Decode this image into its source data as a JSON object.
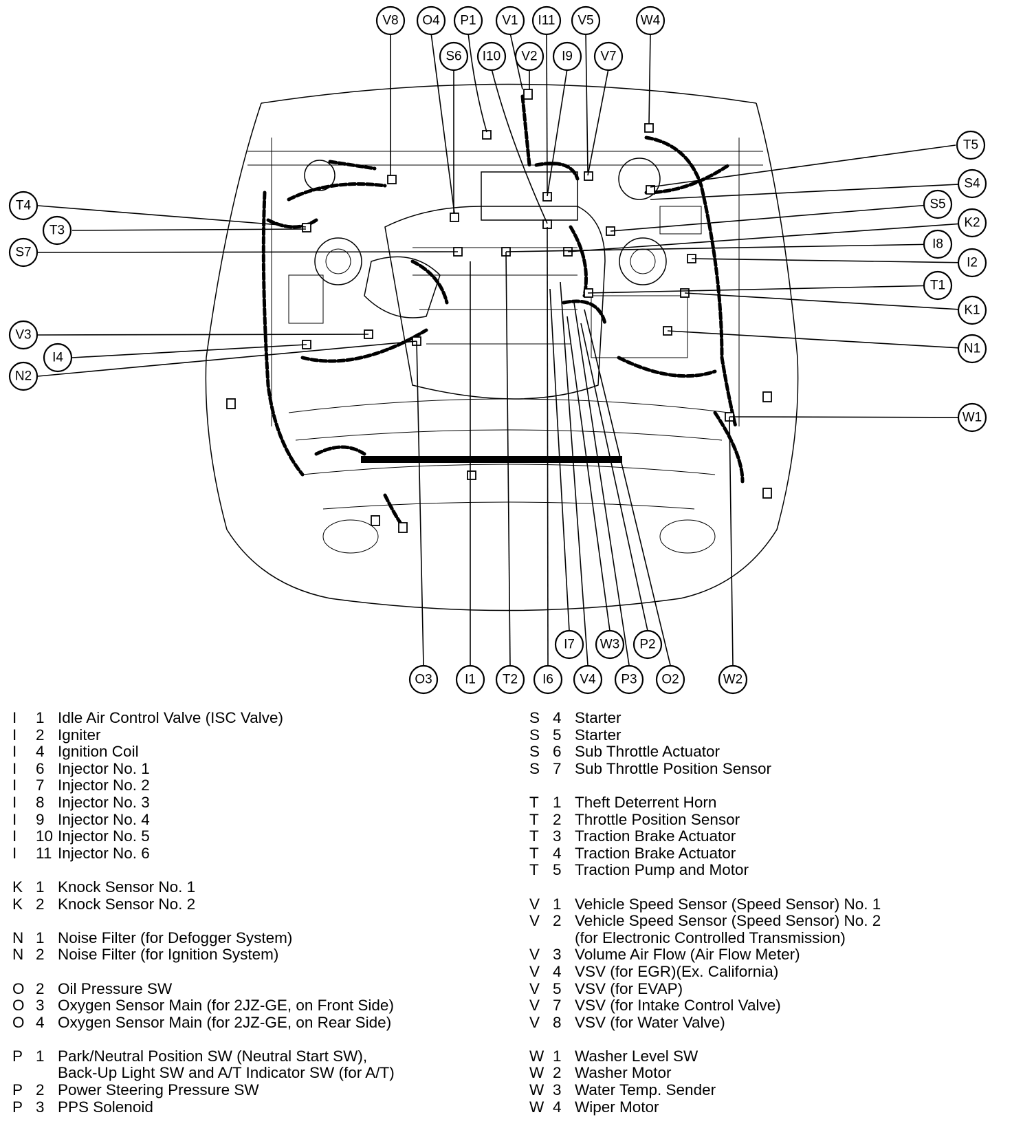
{
  "callouts": {
    "top": [
      "V8",
      "O4",
      "P1",
      "V1",
      "I11",
      "V5",
      "W4",
      "S6",
      "I10",
      "V2",
      "I9",
      "V7"
    ],
    "right": [
      "T5",
      "S4",
      "S5",
      "K2",
      "I8",
      "I2",
      "T1",
      "K1",
      "N1",
      "W1"
    ],
    "left": [
      "T4",
      "T3",
      "S7",
      "V3",
      "I4",
      "N2"
    ],
    "bottom": [
      "I7",
      "W3",
      "P2",
      "O3",
      "I1",
      "T2",
      "I6",
      "V4",
      "P3",
      "O2",
      "W2"
    ]
  },
  "legend_left": [
    {
      "l": "I",
      "n": "1",
      "d": "Idle Air Control Valve (ISC Valve)"
    },
    {
      "l": "I",
      "n": "2",
      "d": "Igniter"
    },
    {
      "l": "I",
      "n": "4",
      "d": "Ignition Coil"
    },
    {
      "l": "I",
      "n": "6",
      "d": "Injector No. 1"
    },
    {
      "l": "I",
      "n": "7",
      "d": "Injector No. 2"
    },
    {
      "l": "I",
      "n": "8",
      "d": "Injector No. 3"
    },
    {
      "l": "I",
      "n": "9",
      "d": "Injector No. 4"
    },
    {
      "l": "I",
      "n": "10",
      "d": "Injector No. 5"
    },
    {
      "l": "I",
      "n": "11",
      "d": "Injector No. 6"
    },
    {
      "gap": true
    },
    {
      "l": "K",
      "n": "1",
      "d": "Knock Sensor No. 1"
    },
    {
      "l": "K",
      "n": "2",
      "d": "Knock Sensor No. 2"
    },
    {
      "gap": true
    },
    {
      "l": "N",
      "n": "1",
      "d": "Noise Filter (for Defogger System)"
    },
    {
      "l": "N",
      "n": "2",
      "d": "Noise Filter (for Ignition System)"
    },
    {
      "gap": true
    },
    {
      "l": "O",
      "n": "2",
      "d": "Oil Pressure SW"
    },
    {
      "l": "O",
      "n": "3",
      "d": "Oxygen Sensor Main (for 2JZ-GE, on Front Side)"
    },
    {
      "l": "O",
      "n": "4",
      "d": "Oxygen Sensor Main (for 2JZ-GE, on Rear Side)"
    },
    {
      "gap": true
    },
    {
      "l": "P",
      "n": "1",
      "d": "Park/Neutral Position SW (Neutral Start SW),"
    },
    {
      "l": "",
      "n": "",
      "d": "Back-Up Light SW and A/T Indicator SW (for A/T)"
    },
    {
      "l": "P",
      "n": "2",
      "d": "Power Steering Pressure SW"
    },
    {
      "l": "P",
      "n": "3",
      "d": "PPS Solenoid"
    }
  ],
  "legend_right": [
    {
      "l": "S",
      "n": "4",
      "d": "Starter"
    },
    {
      "l": "S",
      "n": "5",
      "d": "Starter"
    },
    {
      "l": "S",
      "n": "6",
      "d": "Sub Throttle Actuator"
    },
    {
      "l": "S",
      "n": "7",
      "d": "Sub Throttle Position Sensor"
    },
    {
      "gap": true
    },
    {
      "l": "T",
      "n": "1",
      "d": "Theft Deterrent Horn"
    },
    {
      "l": "T",
      "n": "2",
      "d": "Throttle Position Sensor"
    },
    {
      "l": "T",
      "n": "3",
      "d": "Traction Brake Actuator"
    },
    {
      "l": "T",
      "n": "4",
      "d": "Traction Brake Actuator"
    },
    {
      "l": "T",
      "n": "5",
      "d": "Traction Pump and Motor"
    },
    {
      "gap": true
    },
    {
      "l": "V",
      "n": "1",
      "d": "Vehicle Speed Sensor (Speed Sensor) No. 1"
    },
    {
      "l": "V",
      "n": "2",
      "d": "Vehicle Speed Sensor (Speed Sensor) No. 2"
    },
    {
      "l": "",
      "n": "",
      "d": "(for Electronic Controlled Transmission)"
    },
    {
      "l": "V",
      "n": "3",
      "d": "Volume Air Flow (Air Flow Meter)"
    },
    {
      "l": "V",
      "n": "4",
      "d": "VSV (for EGR)(Ex. California)"
    },
    {
      "l": "V",
      "n": "5",
      "d": "VSV (for EVAP)"
    },
    {
      "l": "V",
      "n": "7",
      "d": "VSV (for Intake Control Valve)"
    },
    {
      "l": "V",
      "n": "8",
      "d": "VSV (for Water Valve)"
    },
    {
      "gap": true
    },
    {
      "l": "W",
      "n": "1",
      "d": "Washer Level SW"
    },
    {
      "l": "W",
      "n": "2",
      "d": "Washer Motor"
    },
    {
      "l": "W",
      "n": "3",
      "d": "Water Temp. Sender"
    },
    {
      "l": "W",
      "n": "4",
      "d": "Wiper Motor"
    }
  ]
}
